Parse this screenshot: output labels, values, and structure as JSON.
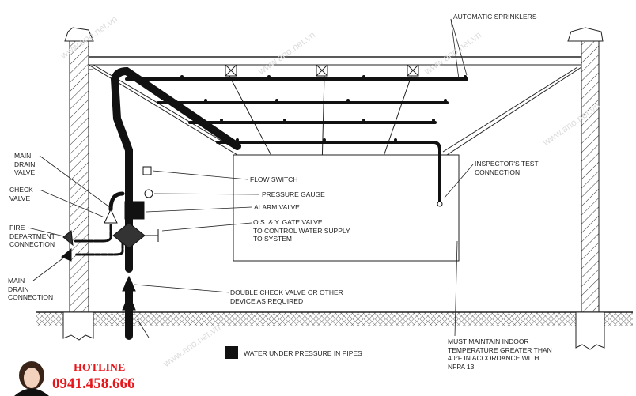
{
  "labels": {
    "sprinklers": "AUTOMATIC SPRINKLERS",
    "main_drain_valve": "MAIN\nDRAIN\nVALVE",
    "check_valve": "CHECK\nVALVE",
    "fire_dept": "FIRE\nDEPARTMENT\nCONNECTION",
    "main_drain_conn": "MAIN\nDRAIN\nCONNECTION",
    "flow_switch": "FLOW SWITCH",
    "pressure_gauge": "PRESSURE GAUGE",
    "alarm_valve": "ALARM VALVE",
    "gate_valve": "O.S. & Y. GATE VALVE\nTO CONTROL WATER SUPPLY\nTO SYSTEM",
    "inspector": "INSPECTOR'S TEST\nCONNECTION",
    "double_check": "DOUBLE CHECK VALVE OR OTHER\nDEVICE AS REQUIRED",
    "indoor_temp": "MUST MAINTAIN INDOOR\nTEMPERATURE GREATER THAN\n40°F IN ACCORDANCE WITH\nNFPA 13"
  },
  "legend": {
    "text": "WATER UNDER PRESSURE IN PIPES"
  },
  "hotline": {
    "title": "HOTLINE",
    "phone": "0941.458.666"
  },
  "watermark": "www.ano.net.vn",
  "colors": {
    "hotline": "#e8161b",
    "pipe": "#111111"
  }
}
